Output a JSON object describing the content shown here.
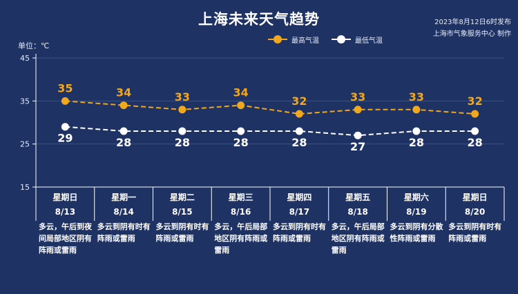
{
  "header": {
    "title": "上海未来天气趋势",
    "publish_line1": "2023年8月12日6时发布",
    "publish_line2": "上海市气象服务中心 制作"
  },
  "colors": {
    "background": "#1e3264",
    "high_series": "#f2a81c",
    "low_series": "#ffffff",
    "axis": "#ffffff",
    "grid": "#3c5282"
  },
  "chart_data": {
    "type": "line",
    "title": "上海未来天气趋势",
    "unit_label": "单位：℃",
    "yticks": [
      15,
      25,
      35,
      45
    ],
    "ylim": [
      15,
      45
    ],
    "grid": true,
    "legend_position": "top-right",
    "categories": [
      {
        "weekday": "星期日",
        "date": "8/13"
      },
      {
        "weekday": "星期一",
        "date": "8/14"
      },
      {
        "weekday": "星期二",
        "date": "8/15"
      },
      {
        "weekday": "星期三",
        "date": "8/16"
      },
      {
        "weekday": "星期四",
        "date": "8/17"
      },
      {
        "weekday": "星期五",
        "date": "8/18"
      },
      {
        "weekday": "星期六",
        "date": "8/19"
      },
      {
        "weekday": "星期日",
        "date": "8/20"
      }
    ],
    "series": [
      {
        "name": "最高气温",
        "values": [
          35,
          34,
          33,
          34,
          32,
          33,
          33,
          32
        ]
      },
      {
        "name": "最低气温",
        "values": [
          29,
          28,
          28,
          28,
          28,
          27,
          28,
          28
        ]
      }
    ]
  },
  "weather": [
    "多云，午后到夜间局部地区阴有阵雨或雷雨",
    "多云到阴有时有阵雨或雷雨",
    "多云到阴有时有阵雨或雷雨",
    "多云，午后局部地区阴有阵雨或雷雨",
    "多云到阴有时有阵雨或雷雨",
    "多云，午后局部地区阴有阵雨或雷雨",
    "多云到阴有分散性阵雨或雷雨",
    "多云到阴有时有阵雨或雷雨"
  ]
}
